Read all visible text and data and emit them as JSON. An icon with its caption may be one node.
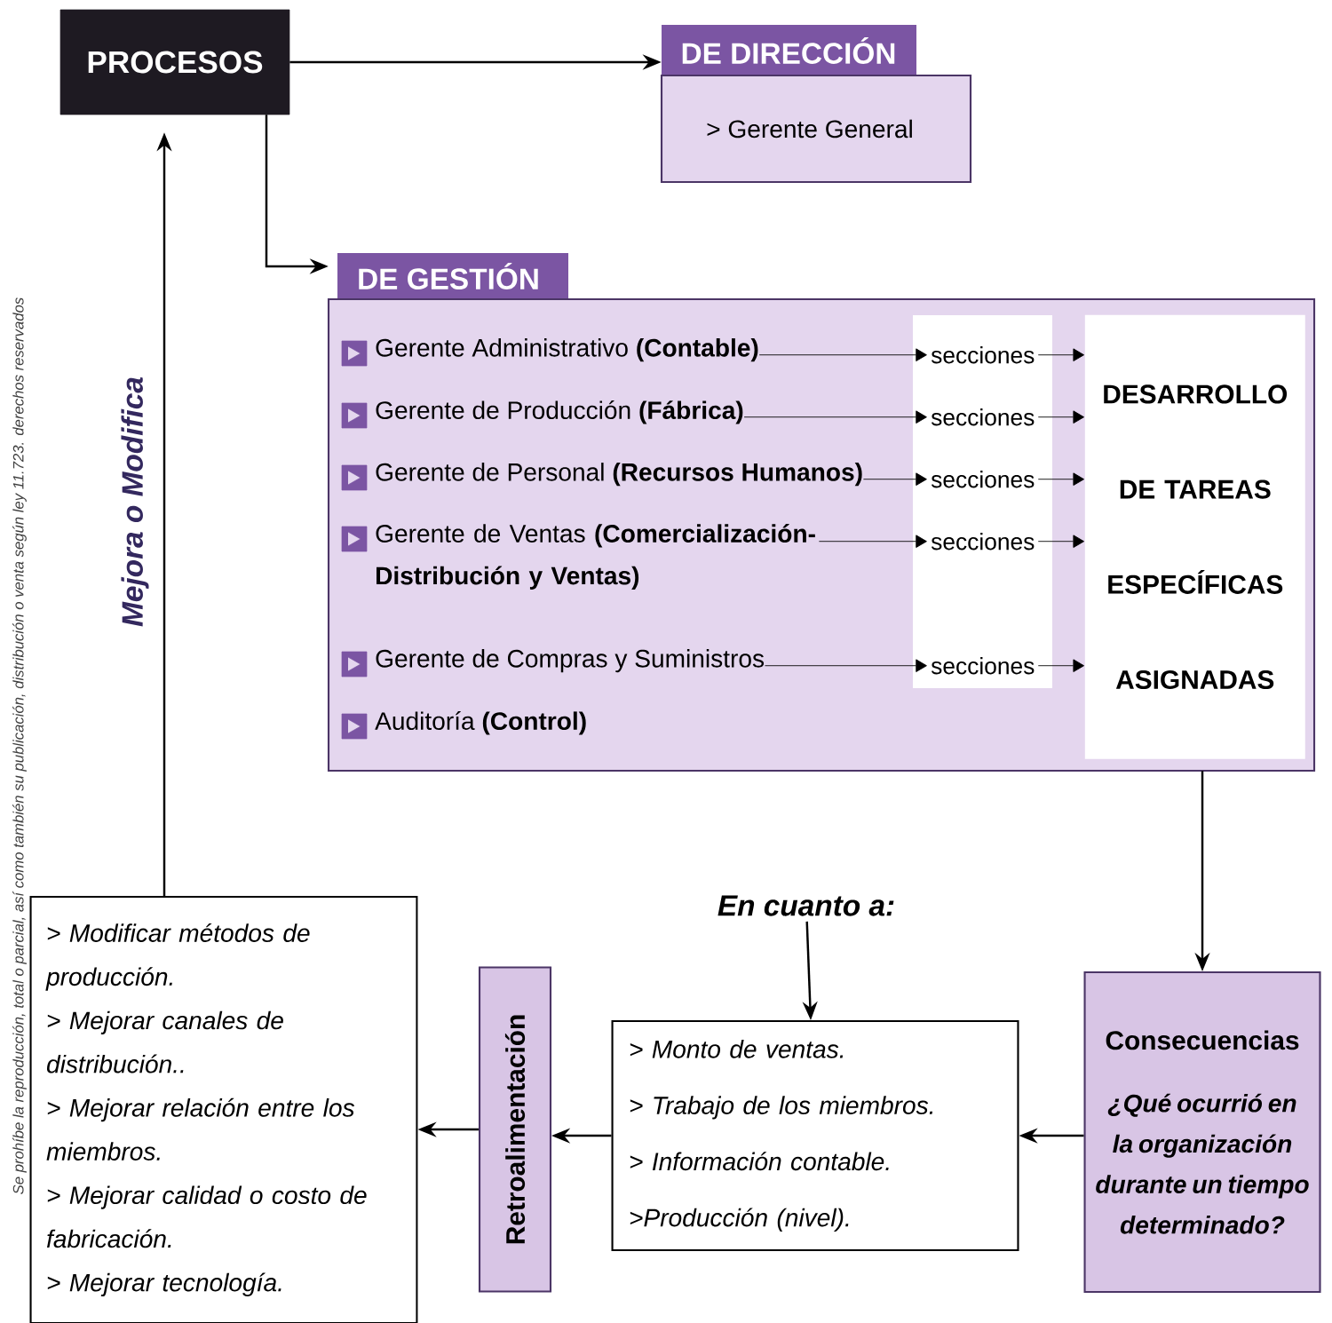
{
  "diagram": {
    "nodes": [
      {
        "text": [
          "PROCESOS"
        ]
      },
      {
        "text": [
          "DE DIRECCIÓN",
          "> Gerente General"
        ]
      },
      {
        "text": [
          "DE GESTIÓN"
        ]
      },
      {
        "text": [
          "Gerente Administrativo **(Contable)**"
        ],
        "in": 2
      },
      {
        "text": [
          "Gerente de Producción **(Fábrica)**"
        ],
        "in": 2
      },
      {
        "text": [
          "Gerente de Personal **(Recursos Humanos)**"
        ],
        "in": 2
      },
      {
        "text": [
          "Gerente de Ventas **(Comercialización- Distribución y Ventas)**"
        ],
        "in": 2
      },
      {
        "text": [
          "Gerente de Compras y Suministros"
        ],
        "in": 2
      },
      {
        "text": [
          "Auditoría **(Control)**"
        ],
        "in": 2
      },
      {
        "text": [
          "secciones"
        ],
        "in": 2
      },
      {
        "text": [
          "secciones"
        ],
        "in": 2
      },
      {
        "text": [
          "secciones"
        ],
        "in": 2
      },
      {
        "text": [
          "secciones"
        ],
        "in": 2
      },
      {
        "text": [
          "secciones"
        ],
        "in": 2
      },
      {
        "text": [
          "DESARROLLO DE TAREAS ESPECÍFICAS ASIGNADAS"
        ],
        "in": 2
      },
      {
        "text": [
          "Consecuencias",
          "¿Qué ocurrió en la organización durante un tiempo determinado?"
        ]
      },
      {
        "text": [
          "> Monto de ventas.",
          "> Trabajo de los miembros.",
          "> Información contable.",
          ">Producción (nivel)."
        ]
      },
      {
        "text": [
          "Retroalimentación"
        ]
      },
      {
        "text": [
          "> Modificar métodos de producción.",
          "> Mejorar canales de distribución..",
          "> Mejorar relación entre los miembros.",
          "> Mejorar calidad o costo de fabricación.",
          "> Mejorar tecnología."
        ]
      },
      {
        "text": [
          "En cuanto a:"
        ]
      }
    ],
    "edges": [
      {
        "from": 0,
        "to": 1,
        "arrow": "to"
      },
      {
        "from": 0,
        "to": 2,
        "arrow": "to"
      },
      {
        "from": 3,
        "to": 9,
        "arrow": "to"
      },
      {
        "from": 4,
        "to": 10,
        "arrow": "to"
      },
      {
        "from": 5,
        "to": 11,
        "arrow": "to"
      },
      {
        "from": 6,
        "to": 12,
        "arrow": "to"
      },
      {
        "from": 7,
        "to": 13,
        "arrow": "to"
      },
      {
        "from": 9,
        "to": 14,
        "arrow": "to"
      },
      {
        "from": 10,
        "to": 14,
        "arrow": "to"
      },
      {
        "from": 11,
        "to": 14,
        "arrow": "to"
      },
      {
        "from": 12,
        "to": 14,
        "arrow": "to"
      },
      {
        "from": 13,
        "to": 14,
        "arrow": "to"
      },
      {
        "from": 2,
        "to": 15,
        "arrow": "to"
      },
      {
        "from": 19,
        "to": 16,
        "arrow": "to"
      },
      {
        "from": 15,
        "to": 16,
        "arrow": "to"
      },
      {
        "from": 16,
        "to": 17,
        "arrow": "to"
      },
      {
        "from": 17,
        "to": 18,
        "arrow": "to"
      },
      {
        "from": 18,
        "to": 0,
        "arrow": "to",
        "label": "Mejora o Modifica"
      }
    ],
    "labels": [
      "Se prohíbe la reproducción, total o parcial, así como también su publicación, distribución o venta según ley 11.723. derechos reservados"
    ]
  }
}
